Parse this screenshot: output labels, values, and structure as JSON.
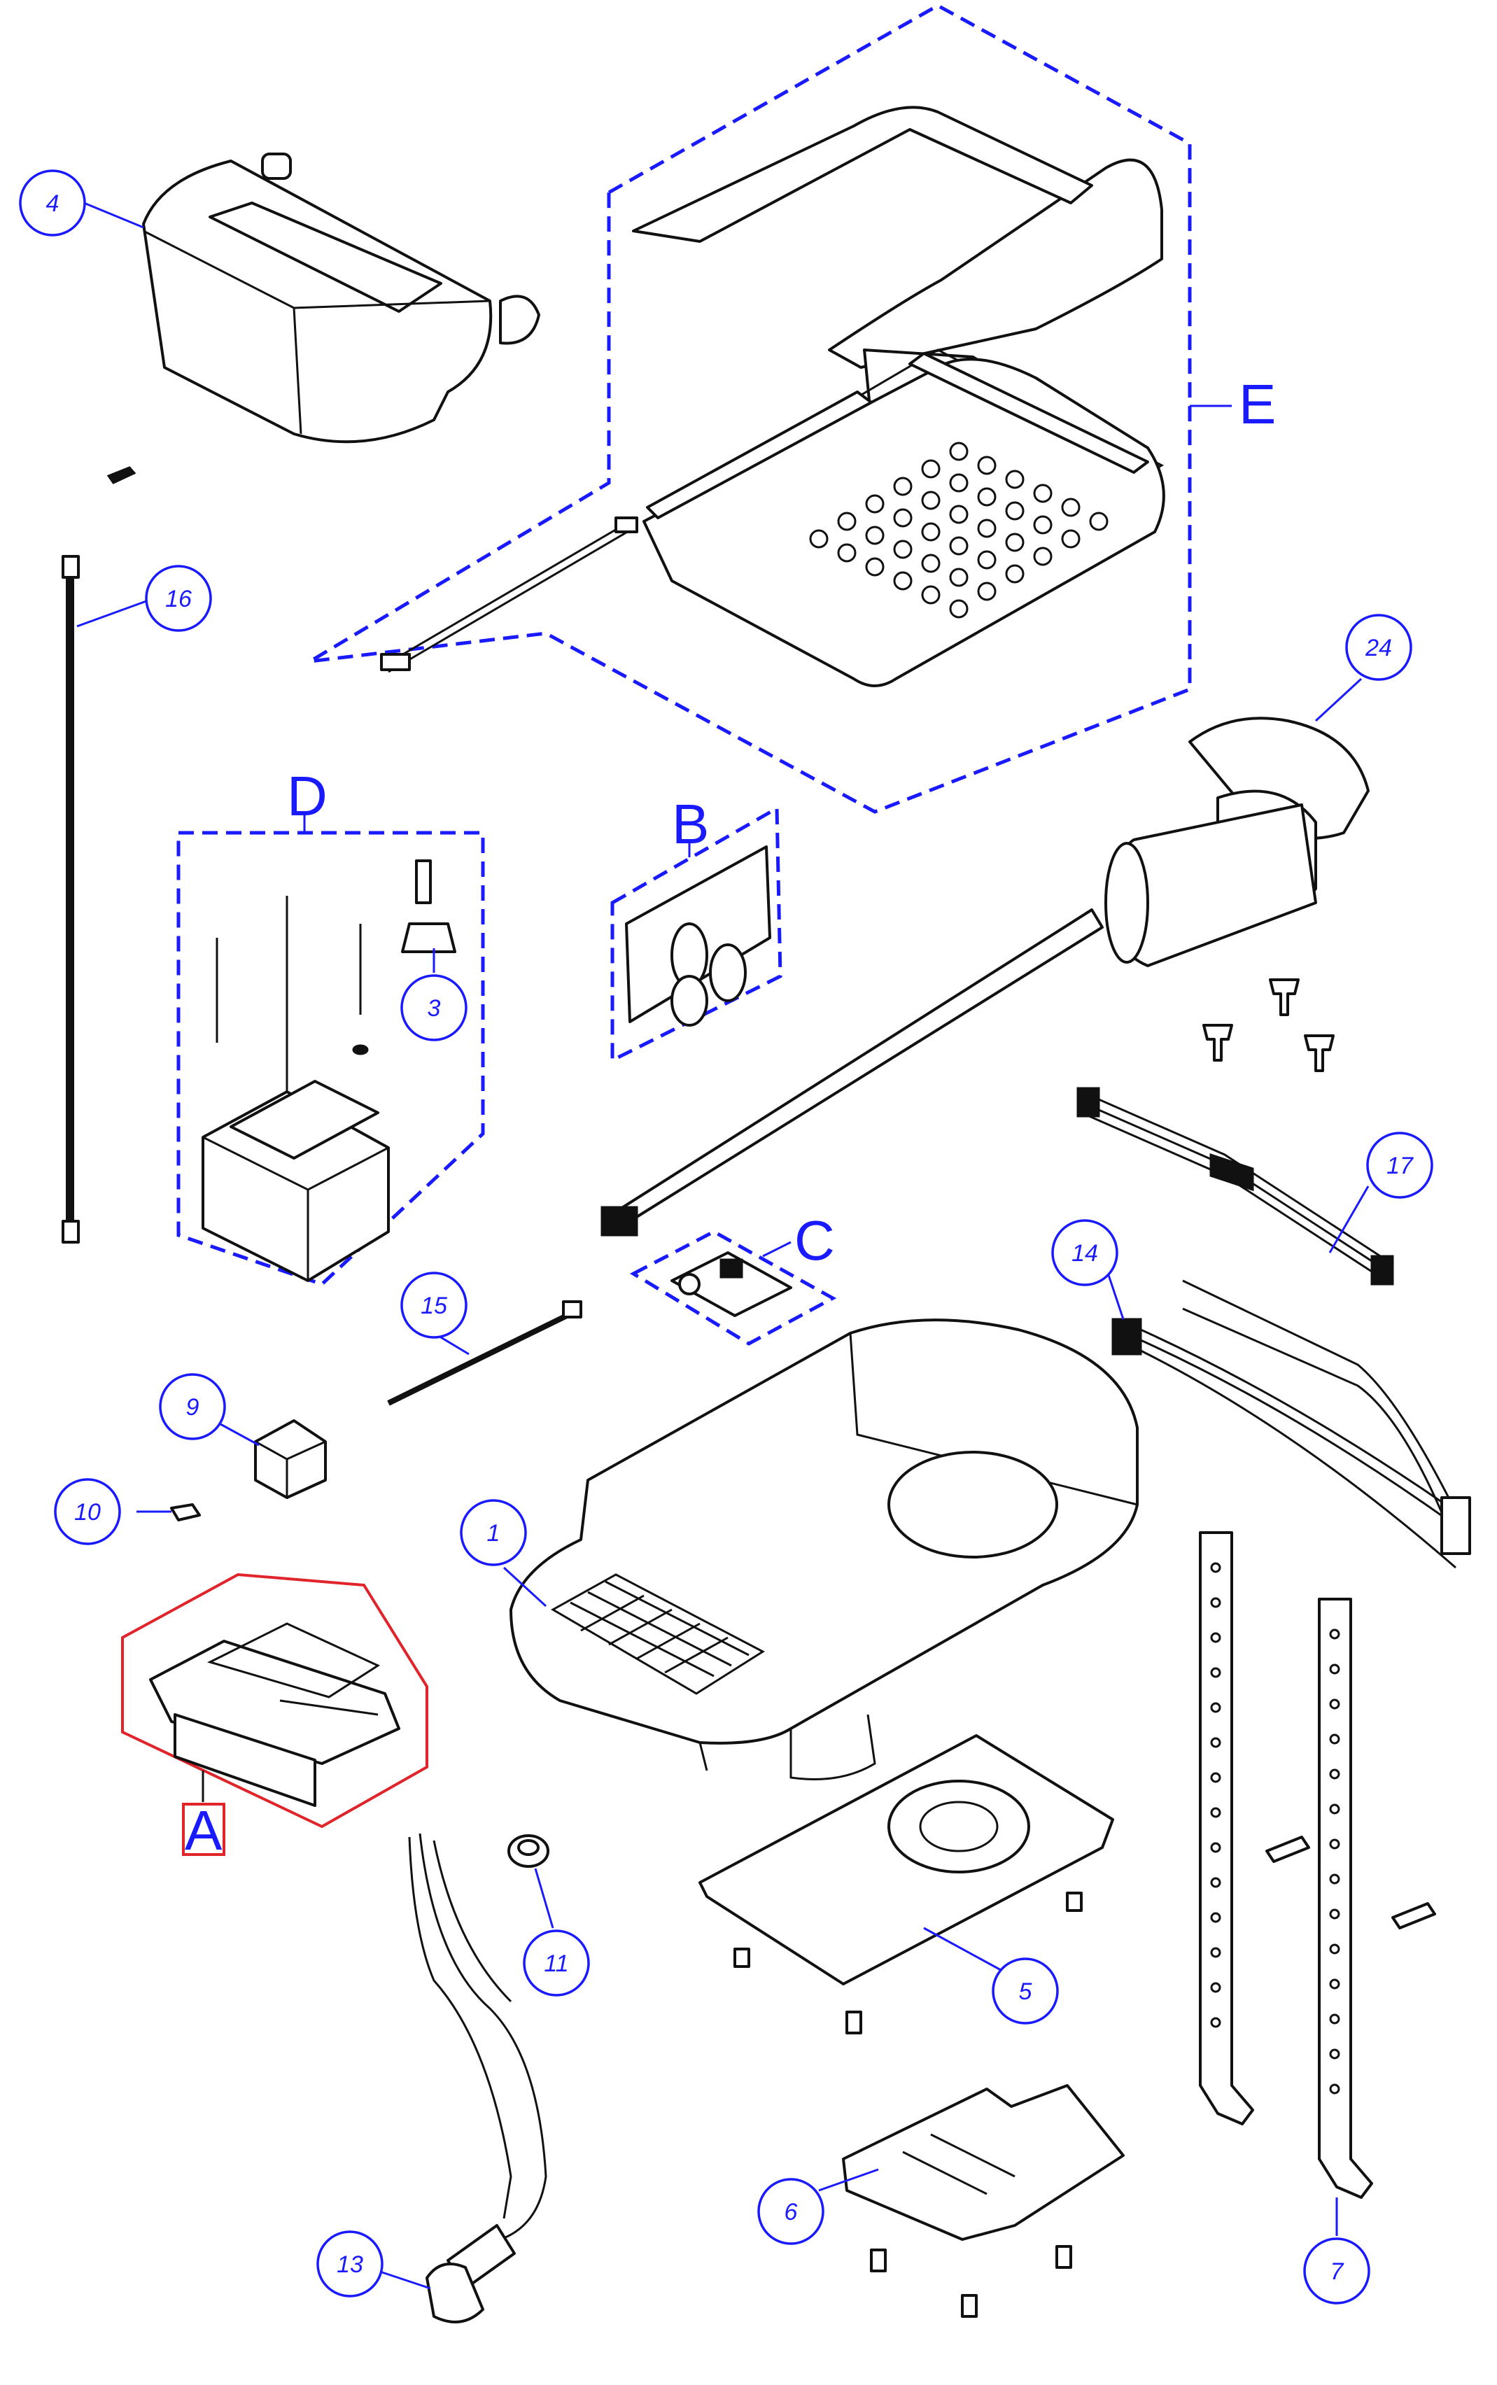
{
  "callouts": [
    {
      "id": "4",
      "label": "4"
    },
    {
      "id": "16",
      "label": "16"
    },
    {
      "id": "24",
      "label": "24"
    },
    {
      "id": "3",
      "label": "3"
    },
    {
      "id": "17",
      "label": "17"
    },
    {
      "id": "14",
      "label": "14"
    },
    {
      "id": "15",
      "label": "15"
    },
    {
      "id": "9",
      "label": "9"
    },
    {
      "id": "10",
      "label": "10"
    },
    {
      "id": "1",
      "label": "1"
    },
    {
      "id": "11",
      "label": "11"
    },
    {
      "id": "5",
      "label": "5"
    },
    {
      "id": "6",
      "label": "6"
    },
    {
      "id": "7",
      "label": "7"
    },
    {
      "id": "13",
      "label": "13"
    }
  ],
  "groups": [
    {
      "id": "A",
      "label": "A",
      "outline_color": "#e0242a"
    },
    {
      "id": "B",
      "label": "B",
      "outline_color": "#1a1aff"
    },
    {
      "id": "C",
      "label": "C",
      "outline_color": "#1a1aff"
    },
    {
      "id": "D",
      "label": "D",
      "outline_color": "#1a1aff"
    },
    {
      "id": "E",
      "label": "E",
      "outline_color": "#1a1aff"
    }
  ],
  "colors": {
    "callout_blue": "#1a1aff",
    "highlight_red": "#e0242a",
    "line_black": "#111111"
  }
}
